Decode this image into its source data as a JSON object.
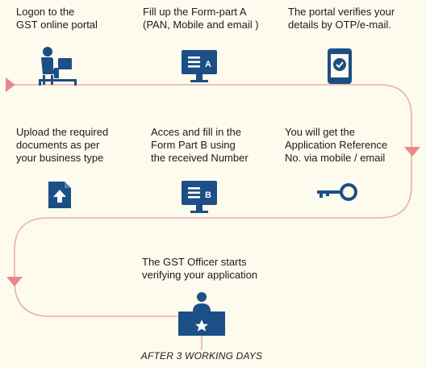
{
  "steps": [
    {
      "lines": [
        "Logon to the",
        "GST online portal"
      ],
      "icon": "person-at-computer-icon"
    },
    {
      "lines": [
        "Fill up the Form-part A",
        "(PAN, Mobile and email )"
      ],
      "icon": "monitor-form-a-icon",
      "badge": "A"
    },
    {
      "lines": [
        "The portal verifies your",
        "details by OTP/e-mail."
      ],
      "icon": "phone-check-icon"
    },
    {
      "lines": [
        "You will get the",
        "Application Reference",
        "No. via mobile / email"
      ],
      "icon": "key-icon"
    },
    {
      "lines": [
        "Acces and fill in the",
        "Form Part B using",
        "the received Number"
      ],
      "icon": "monitor-form-b-icon",
      "badge": "B"
    },
    {
      "lines": [
        "Upload the required",
        "documents as per",
        "your business type"
      ],
      "icon": "upload-document-icon"
    },
    {
      "lines": [
        "The GST Officer starts",
        "verifying your application"
      ],
      "icon": "officer-at-desk-icon"
    }
  ],
  "caption": "AFTER 3 WORKING DAYS",
  "colors": {
    "icon": "#1b4f86",
    "line": "#e8b0ae",
    "arrow": "#e9888b",
    "background": "#fdfbee",
    "text": "#1b1b1b"
  }
}
